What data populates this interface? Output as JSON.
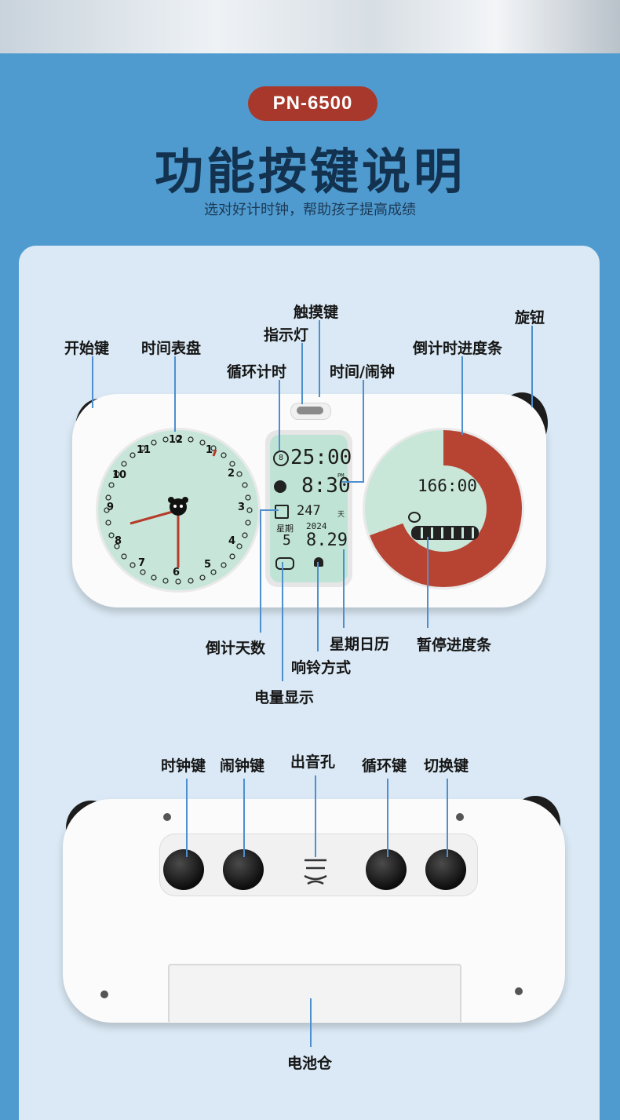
{
  "header": {
    "model": "PN-6500",
    "title": "功能按键说明",
    "subtitle": "选对好计时钟，帮助孩子提高成绩"
  },
  "front_labels": {
    "touch_key": "触摸键",
    "indicator_light": "指示灯",
    "start_key": "开始键",
    "time_dial": "时间表盘",
    "cycle_timer": "循环计时",
    "time_alarm": "时间/闹钟",
    "countdown_bar": "倒计时进度条",
    "knob": "旋钮",
    "countdown_days": "倒计天数",
    "ring_mode": "响铃方式",
    "battery_display": "电量显示",
    "week_calendar": "星期日历",
    "pause_bar": "暂停进度条"
  },
  "back_labels": {
    "clock_key": "时钟键",
    "alarm_key": "闹钟键",
    "speaker_hole": "出音孔",
    "cycle_key": "循环键",
    "switch_key": "切换键",
    "battery_compartment": "电池仓"
  },
  "dial": {
    "numbers": [
      "12",
      "1",
      "2",
      "3",
      "4",
      "5",
      "6",
      "7",
      "8",
      "9",
      "10",
      "11"
    ]
  },
  "lcd": {
    "cycle_time": "25:00",
    "clock_time": "8:30",
    "pm_mark": "PM",
    "days_count": "247",
    "days_unit": "天",
    "week_label": "星期",
    "week_day": "5",
    "year": "2024",
    "date": "8.29"
  },
  "right_lcd": {
    "timer": "166:00"
  },
  "colors": {
    "background": "#4f9bcf",
    "badge": "#a8382b",
    "title": "#13324f",
    "progress": "#b74433",
    "lcd": "#bfe4d6",
    "leader_line": "#4d8fcf"
  }
}
